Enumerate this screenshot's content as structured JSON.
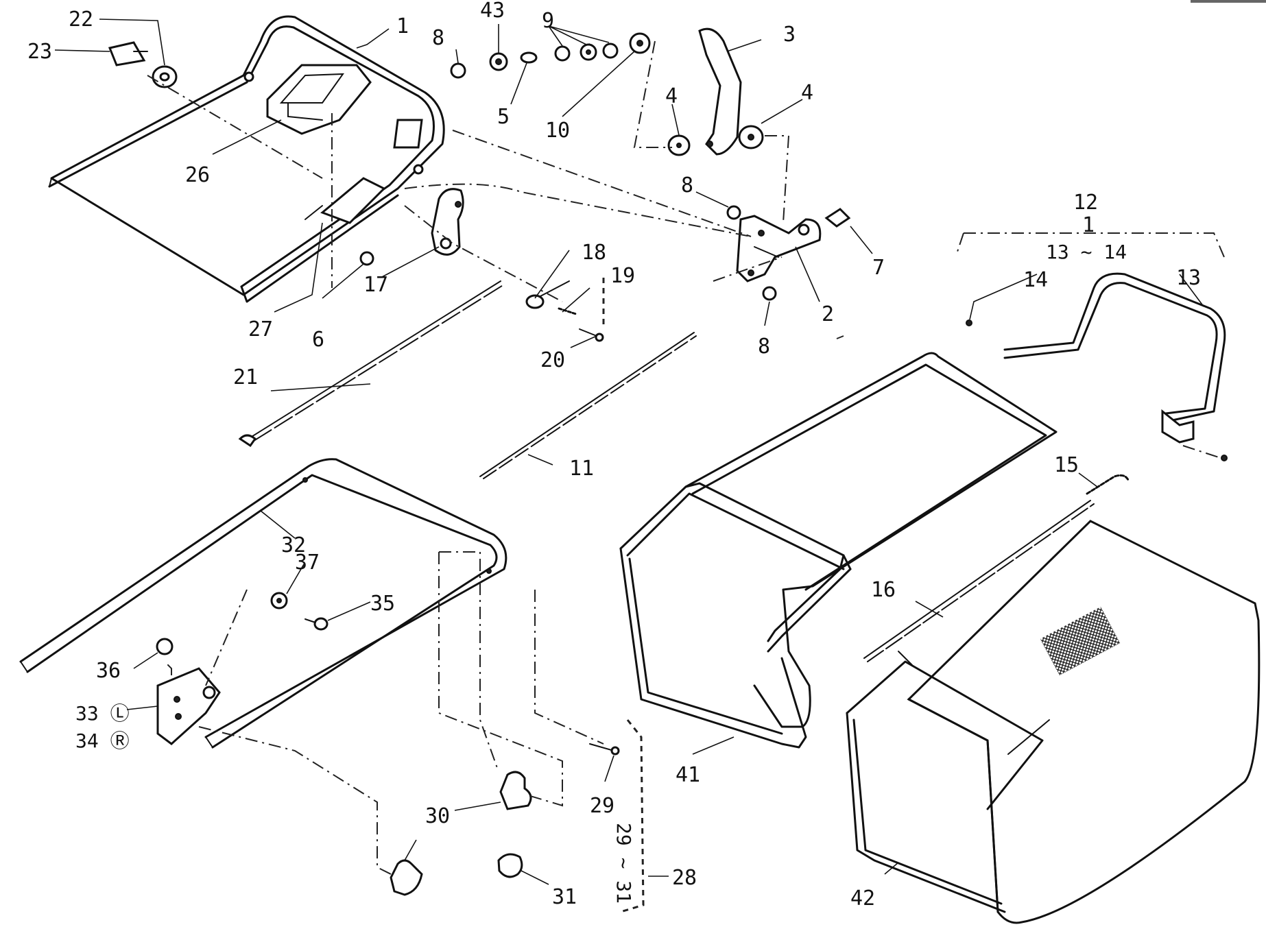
{
  "callouts": {
    "c1": "1",
    "c2": "2",
    "c3": "3",
    "c4a": "4",
    "c4b": "4",
    "c5": "5",
    "c6": "6",
    "c7": "7",
    "c8a": "8",
    "c8b": "8",
    "c8c": "8",
    "c9": "9",
    "c10": "10",
    "c11": "11",
    "c12": "12",
    "c12_range_top": "1",
    "c12_range": "13 ~ 14",
    "c13": "13",
    "c14": "14",
    "c15": "15",
    "c16": "16",
    "c17": "17",
    "c18": "18",
    "c19": "19",
    "c20": "20",
    "c21": "21",
    "c22": "22",
    "c23": "23",
    "c26": "26",
    "c27": "27",
    "c28": "28",
    "c28_range": "29 ~ 31",
    "c29": "29",
    "c30a": "30",
    "c31": "31",
    "c32": "32",
    "c33": "33 Ⓛ",
    "c34": "34 Ⓡ",
    "c35": "35",
    "c36": "36",
    "c37": "37",
    "c41": "41",
    "c42": "42",
    "c43": "43"
  }
}
